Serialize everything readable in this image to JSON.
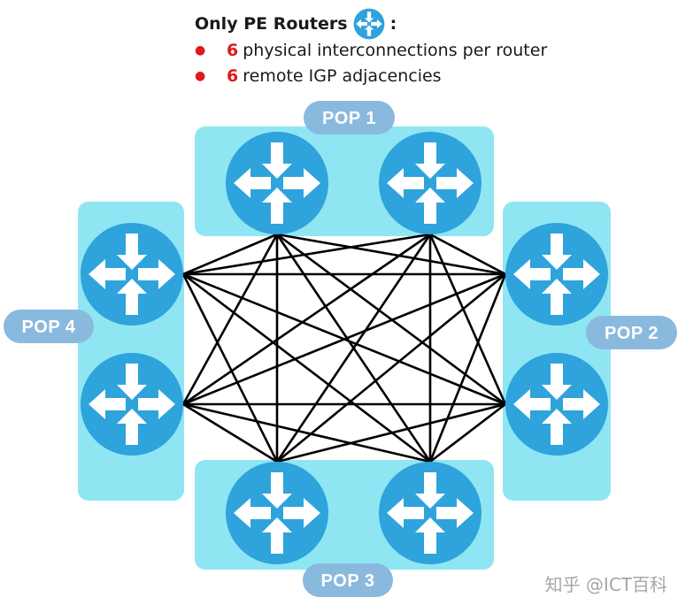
{
  "legend": {
    "title": "Only PE Routers",
    "title_suffix": ":",
    "items": [
      {
        "num": "6",
        "text": "physical interconnections per router"
      },
      {
        "num": "6",
        "text": "remote IGP adjacencies"
      }
    ]
  },
  "pops": [
    {
      "id": "pop1",
      "label": "POP 1"
    },
    {
      "id": "pop2",
      "label": "POP 2"
    },
    {
      "id": "pop3",
      "label": "POP 3"
    },
    {
      "id": "pop4",
      "label": "POP 4"
    }
  ],
  "routers": [
    {
      "id": "r1",
      "pop": "pop1"
    },
    {
      "id": "r2",
      "pop": "pop1"
    },
    {
      "id": "r3",
      "pop": "pop2"
    },
    {
      "id": "r4",
      "pop": "pop2"
    },
    {
      "id": "r5",
      "pop": "pop3"
    },
    {
      "id": "r6",
      "pop": "pop3"
    },
    {
      "id": "r7",
      "pop": "pop4"
    },
    {
      "id": "r8",
      "pop": "pop4"
    }
  ],
  "links": [
    [
      "r1",
      "r2"
    ],
    [
      "r1",
      "r3"
    ],
    [
      "r1",
      "r4"
    ],
    [
      "r1",
      "r5"
    ],
    [
      "r1",
      "r6"
    ],
    [
      "r1",
      "r7"
    ],
    [
      "r1",
      "r8"
    ],
    [
      "r2",
      "r3"
    ],
    [
      "r2",
      "r4"
    ],
    [
      "r2",
      "r5"
    ],
    [
      "r2",
      "r6"
    ],
    [
      "r2",
      "r7"
    ],
    [
      "r2",
      "r8"
    ],
    [
      "r3",
      "r5"
    ],
    [
      "r3",
      "r6"
    ],
    [
      "r3",
      "r7"
    ],
    [
      "r3",
      "r8"
    ],
    [
      "r4",
      "r5"
    ],
    [
      "r4",
      "r6"
    ],
    [
      "r4",
      "r7"
    ],
    [
      "r4",
      "r8"
    ],
    [
      "r5",
      "r6"
    ],
    [
      "r5",
      "r7"
    ],
    [
      "r5",
      "r8"
    ],
    [
      "r6",
      "r7"
    ],
    [
      "r6",
      "r8"
    ]
  ],
  "colors": {
    "router": "#2ea3dc",
    "router_rim": "#1b7fb3",
    "pop_box": "#8fe6f2",
    "pop_label_bg": "#8ab9de",
    "link": "#000000",
    "accent": "#e01919"
  },
  "icon": "router-icon",
  "watermark": "知乎 @ICT百科"
}
